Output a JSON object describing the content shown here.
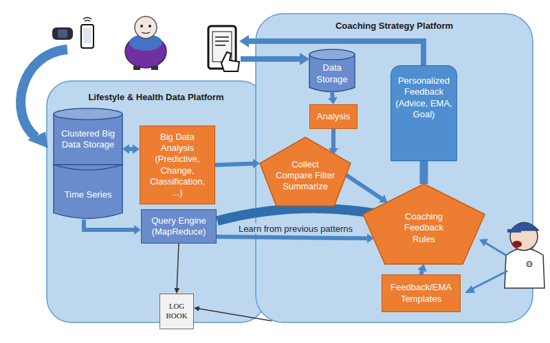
{
  "diagram": {
    "nodes": [
      {
        "text": [
          "Coaching Strategy Platform"
        ]
      },
      {
        "text": [
          "Data Storage"
        ],
        "in": 0
      },
      {
        "text": [
          "Analysis"
        ],
        "in": 0
      },
      {
        "text": [
          "Personalized Feedback (Advice, EMA, Goal)"
        ],
        "in": 0
      },
      {
        "text": [
          "Lifestyle & Health Data Platform"
        ]
      },
      {
        "text": [
          "Clustered Big Data Storage"
        ],
        "in": 4
      },
      {
        "text": [
          "Time Series"
        ],
        "in": 4
      },
      {
        "text": [
          "Big Data Analysis (Predictive, Change, Classification, ...)"
        ],
        "in": 4
      },
      {
        "text": [
          "Query Engine (MapReduce)"
        ],
        "in": 4
      },
      {
        "text": [
          "Collect Compare Filter Summarize"
        ],
        "in": 0
      },
      {
        "text": [
          "Coaching Feedback Rules"
        ],
        "in": 0
      },
      {
        "text": [
          "Feedback/EMA Templates"
        ],
        "in": 0
      },
      {
        "text": [
          "LOG BOOK"
        ]
      }
    ],
    "edges": [
      {
        "from": 1,
        "to": 2,
        "arrow": "to"
      },
      {
        "from": 2,
        "to": 9,
        "arrow": "to"
      },
      {
        "from": 5,
        "to": 7,
        "arrow": "both"
      },
      {
        "from": 7,
        "to": 9,
        "arrow": "to"
      },
      {
        "from": 6,
        "to": 8,
        "arrow": "to"
      },
      {
        "from": 8,
        "to": 10,
        "label": "Learn from previous patterns",
        "arrow": "to"
      },
      {
        "from": 9,
        "to": 10,
        "arrow": "to"
      },
      {
        "from": 10,
        "to": 3,
        "arrow": "none"
      },
      {
        "from": 11,
        "to": 10,
        "arrow": "to"
      },
      {
        "from": 8,
        "to": 12,
        "arrow": "to"
      },
      {
        "from": 0,
        "to": 12,
        "arrow": "to"
      }
    ]
  }
}
